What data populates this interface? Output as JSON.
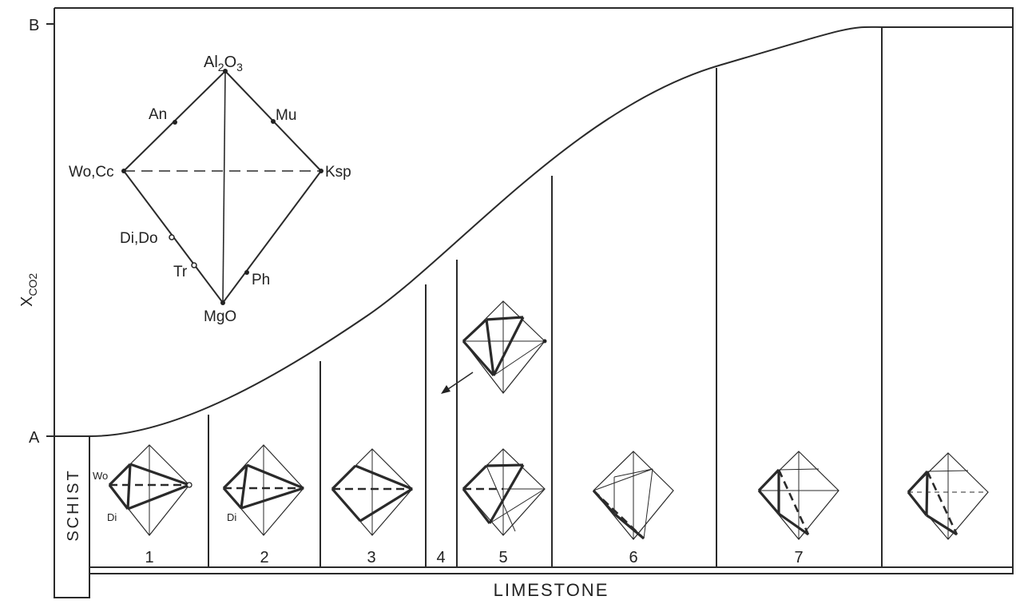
{
  "diagram": {
    "axis": {
      "ylabel_main": "X",
      "ylabel_sub": "CO2",
      "tick_top": "B",
      "tick_bottom": "A"
    },
    "key": {
      "al2o3_a": "Al",
      "al2o3_b": "2",
      "al2o3_c": "O",
      "al2o3_d": "3",
      "an": "An",
      "mu": "Mu",
      "wo_cc": "Wo,Cc",
      "ksp": "Ksp",
      "di_do": "Di,Do",
      "tr": "Tr",
      "ph": "Ph",
      "mgo": "MgO"
    },
    "zones": [
      "1",
      "2",
      "3",
      "4",
      "5",
      "6",
      "7"
    ],
    "schist_label": "SCHIST",
    "limestone_label": "LIMESTONE",
    "mini_labels": {
      "wo": "Wo",
      "di1": "Di",
      "di2": "Di"
    }
  }
}
